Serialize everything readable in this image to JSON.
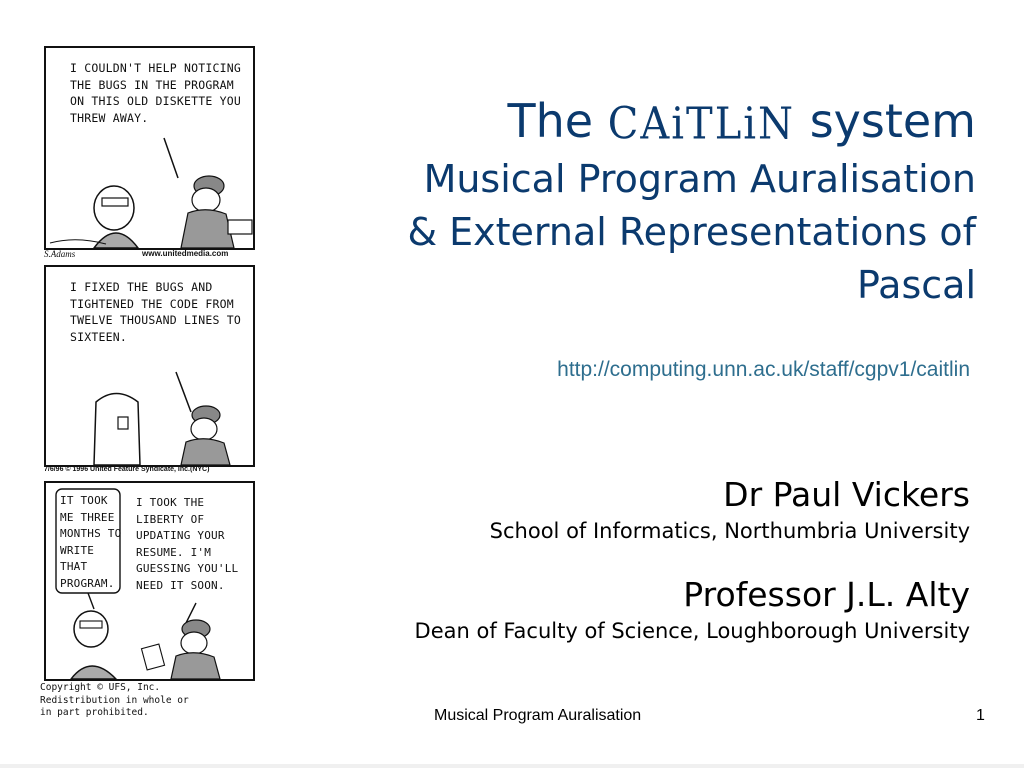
{
  "title": {
    "prefix": "The",
    "logo": "CAiTLiN",
    "suffix": "system",
    "subtitle_lines": [
      "Musical Program Auralisation",
      "& External Representations of",
      "Pascal"
    ],
    "url": "http://computing.unn.ac.uk/staff/cgpv1/caitlin",
    "color": "#0b3a6e",
    "url_color": "#2e6e8e"
  },
  "authors": [
    {
      "name": "Dr Paul Vickers",
      "affiliation": "School of Informatics, Northumbria University"
    },
    {
      "name": "Professor J.L. Alty",
      "affiliation": "Dean of Faculty of Science, Loughborough University"
    }
  ],
  "comic": {
    "panel1": {
      "text": "I couldn't help noticing the bugs in the program on this old diskette you threw away."
    },
    "credit1": {
      "signature": "S.Adams",
      "url": "www.unitedmedia.com"
    },
    "panel2": {
      "text": "I fixed the bugs and tightened the code from twelve thousand lines to sixteen."
    },
    "credit2": {
      "text": "7/6/96 © 1996 United Feature Syndicate, Inc.(NYC)"
    },
    "panel3": {
      "left_text": "It took me three months to write that program.",
      "right_text": "I took the liberty of updating your resume. I'm guessing you'll need it soon."
    },
    "copyright": "Copyright © UFS, Inc.\nRedistribution in whole or\nin part prohibited."
  },
  "footer": {
    "center_text": "Musical Program Auralisation",
    "page_number": "1"
  }
}
